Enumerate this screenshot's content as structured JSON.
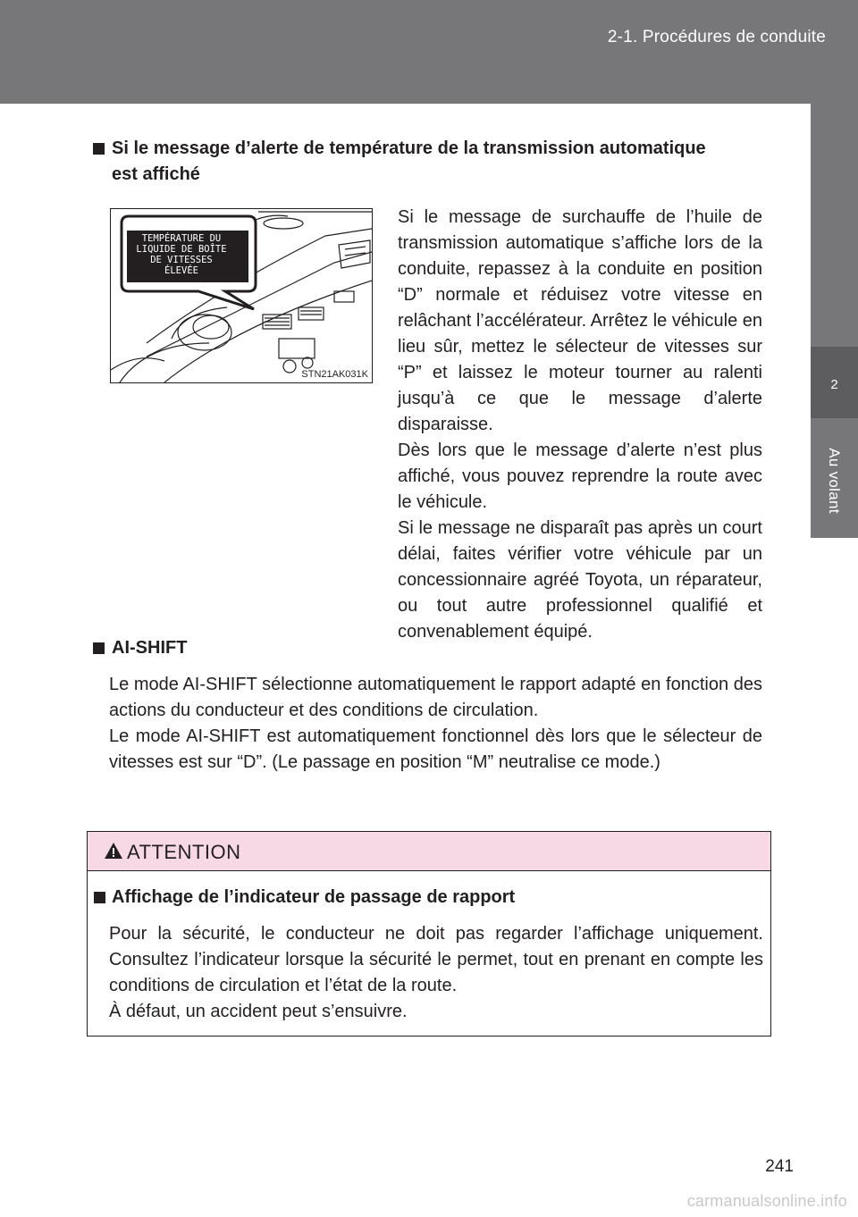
{
  "header": {
    "section": "2-1. Procédures de conduite"
  },
  "side_tab": {
    "number": "2",
    "label": "Au volant"
  },
  "section1": {
    "heading_line1": "Si le message d’alerte de température de la transmission automatique",
    "heading_line2": "est affiché",
    "body": [
      "Si le message de surchauffe de l’huile de transmission automatique s’affiche lors de la conduite, repassez à la conduite en position “D” normale et réduisez votre vitesse en relâchant l’accélérateur. Arrêtez le véhicule en lieu sûr, mettez le sélecteur de vitesses sur “P” et laissez le moteur tourner au ralenti jusqu’à ce que le message d’alerte disparaisse.",
      "Dès lors que le message d’alerte n’est plus affiché, vous pouvez reprendre la route avec le véhicule.",
      "Si le message ne disparaît pas après un court délai, faites vérifier votre véhicule par un concessionnaire agréé Toyota, un réparateur, ou tout autre professionnel qualifié et convenablement équipé."
    ],
    "figure": {
      "message_lines": [
        "TEMPÉRATURE DU",
        "LIQUIDE DE BOÎTE",
        "DE VITESSES",
        "ÉLEVÉE"
      ],
      "code": "STN21AK031K"
    }
  },
  "section2": {
    "heading": "AI-SHIFT",
    "body": [
      "Le mode AI-SHIFT sélectionne automatiquement le rapport adapté en fonction des actions du conducteur et des conditions de circulation.",
      "Le mode AI-SHIFT est automatiquement fonctionnel dès lors que le sélecteur de vitesses est sur “D”. (Le passage en position “M” neutralise ce mode.)"
    ]
  },
  "attention": {
    "title": "ATTENTION",
    "heading": "Affichage de l’indicateur de passage de rapport",
    "body": [
      "Pour la sécurité, le conducteur ne doit pas regarder l’affichage uniquement. Consultez l’indicateur lorsque la sécurité le permet, tout en prenant en compte les conditions de circulation et l’état de la route.",
      "À défaut, un accident peut s’ensuivre."
    ]
  },
  "page_number": "241",
  "watermark": "carmanualsonline.info",
  "colors": {
    "header": "#77777a",
    "attention_bg": "#f7d9e6",
    "text": "#231f20"
  }
}
